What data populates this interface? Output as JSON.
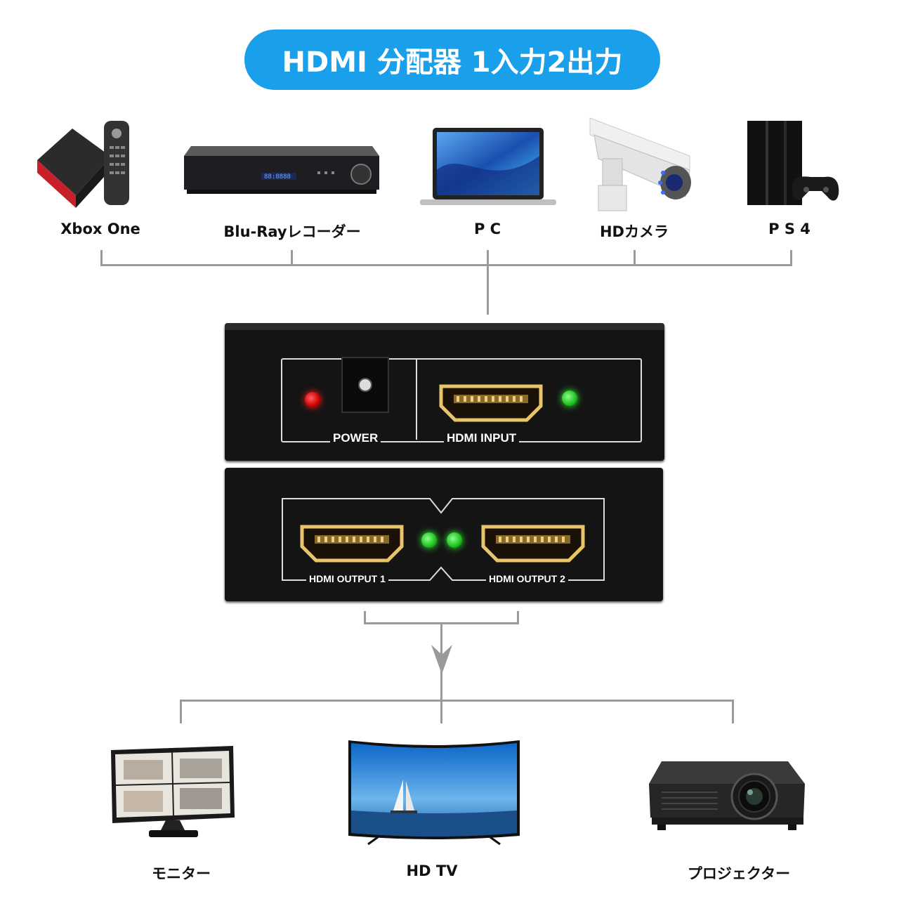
{
  "title": "HDMI 分配器 1入力2出力",
  "sources": [
    {
      "label": "Xbox One",
      "icon": "android-tv-box-icon"
    },
    {
      "label": "Blu-Rayレコーダー",
      "icon": "bluray-recorder-icon"
    },
    {
      "label": "P C",
      "icon": "laptop-icon"
    },
    {
      "label": "HDカメラ",
      "icon": "security-camera-icon"
    },
    {
      "label": "P S 4",
      "icon": "ps4-console-icon"
    }
  ],
  "device": {
    "power_label": "POWER",
    "input_label": "HDMI INPUT",
    "output1_label": "HDMI OUTPUT 1",
    "output2_label": "HDMI OUTPUT 2"
  },
  "outputs": [
    {
      "label": "モニター",
      "icon": "monitor-icon"
    },
    {
      "label": "HD TV",
      "icon": "curved-tv-icon"
    },
    {
      "label": "プロジェクター",
      "icon": "projector-icon"
    }
  ],
  "colors": {
    "accent": "#1a9fea",
    "led_red": "#ff2020",
    "led_green": "#30e030",
    "connector_line": "#9a9a9a"
  }
}
